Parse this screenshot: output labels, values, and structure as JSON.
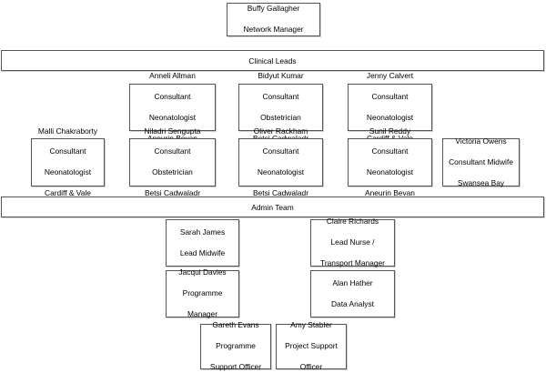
{
  "manager": [
    "Buffy Gallagher",
    "Network Manager"
  ],
  "clinical_leads_label": "Clinical Leads",
  "clinical_leads": [
    {
      "lines": [
        "Anneli Allman",
        "Consultant",
        "Neonatologist",
        "Aneurin Bevan"
      ]
    },
    {
      "lines": [
        "Bidyut Kumar",
        "Consultant",
        "Obstetrician",
        "Betsi Cadwaladr"
      ]
    },
    {
      "lines": [
        "Jenny Calvert",
        "Consultant",
        "Neonatologist",
        "Cardiff & Vale"
      ]
    },
    {
      "lines": [
        "Malli Chakraborty",
        "Consultant",
        "Neonatologist",
        "Cardiff & Vale"
      ]
    },
    {
      "lines": [
        "Niladri Sengupta",
        "Consultant",
        "Obstetrician",
        "Betsi Cadwaladr"
      ]
    },
    {
      "lines": [
        "Oliver Rackham",
        "Consultant",
        "Neonatologist",
        "Betsi Cadwaladr"
      ]
    },
    {
      "lines": [
        "Sunil Reddy",
        "Consultant",
        "Neonatologist",
        "Aneurin Bevan"
      ]
    },
    {
      "lines": [
        "Victoria Owens",
        "Consultant Midwife",
        "Swansea Bay"
      ]
    }
  ],
  "admin_team_label": "Admin Team",
  "admin_team": [
    {
      "lines": [
        "Sarah James",
        "Lead Midwife"
      ]
    },
    {
      "lines": [
        "Claire Richards",
        "Lead Nurse /",
        "Transport Manager"
      ]
    },
    {
      "lines": [
        "Jacqui Davies",
        "Programme",
        "Manager"
      ]
    },
    {
      "lines": [
        "Alan Hather",
        "Data Analyst"
      ]
    },
    {
      "lines": [
        "Gareth Evans",
        "Programme",
        "Support Officer"
      ]
    },
    {
      "lines": [
        "Amy Stabler",
        "Project Support",
        "Officer"
      ]
    }
  ]
}
